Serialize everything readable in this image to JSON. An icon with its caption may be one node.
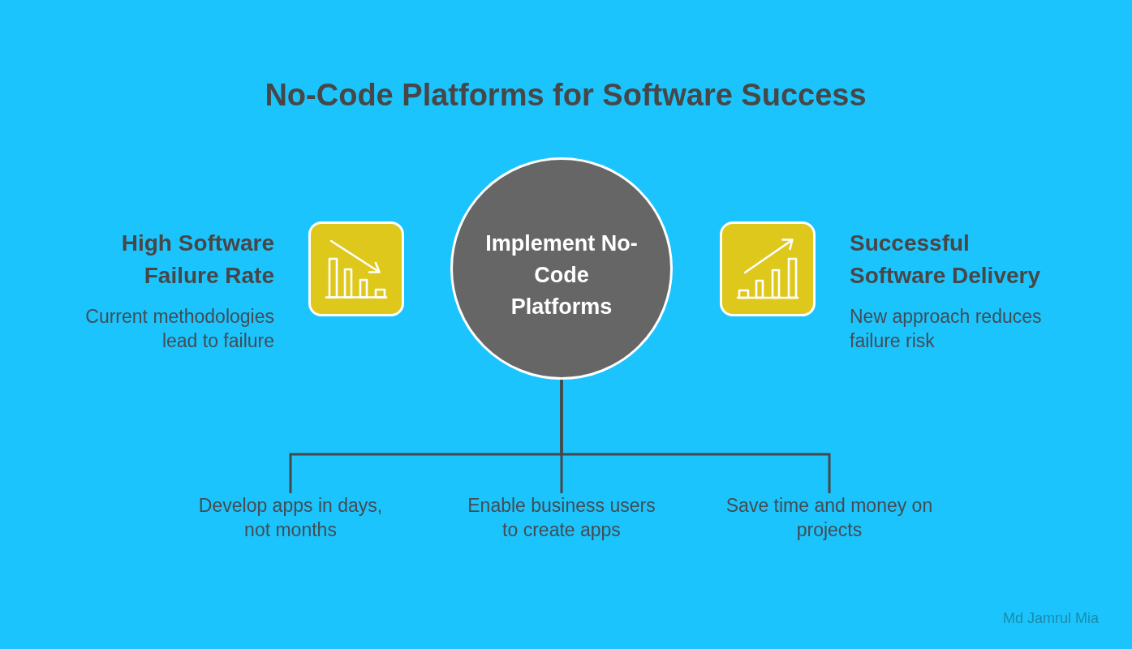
{
  "diagram": {
    "title": "No-Code Platforms for Software Success",
    "nodes": [
      {
        "text": [],
        "shape": "box",
        "beside": [
          "High Software Failure Rate",
          "Current methodologies lead to failure"
        ]
      },
      {
        "text": [
          "Implement No-Code Platforms"
        ]
      },
      {
        "text": [],
        "shape": "box",
        "beside": [
          "Successful Software Delivery",
          "New approach reduces failure risk"
        ]
      },
      {
        "text": [
          "Develop apps in days, not months"
        ]
      },
      {
        "text": [
          "Enable business users to create apps"
        ]
      },
      {
        "text": [
          "Save time and money on projects"
        ]
      }
    ],
    "edges": [
      {
        "from": 1,
        "to": 3,
        "arrow": "none"
      },
      {
        "from": 1,
        "to": 4,
        "arrow": "none"
      },
      {
        "from": 1,
        "to": 5,
        "arrow": "none"
      }
    ],
    "labels": [
      "Md Jamrul Mia"
    ]
  }
}
